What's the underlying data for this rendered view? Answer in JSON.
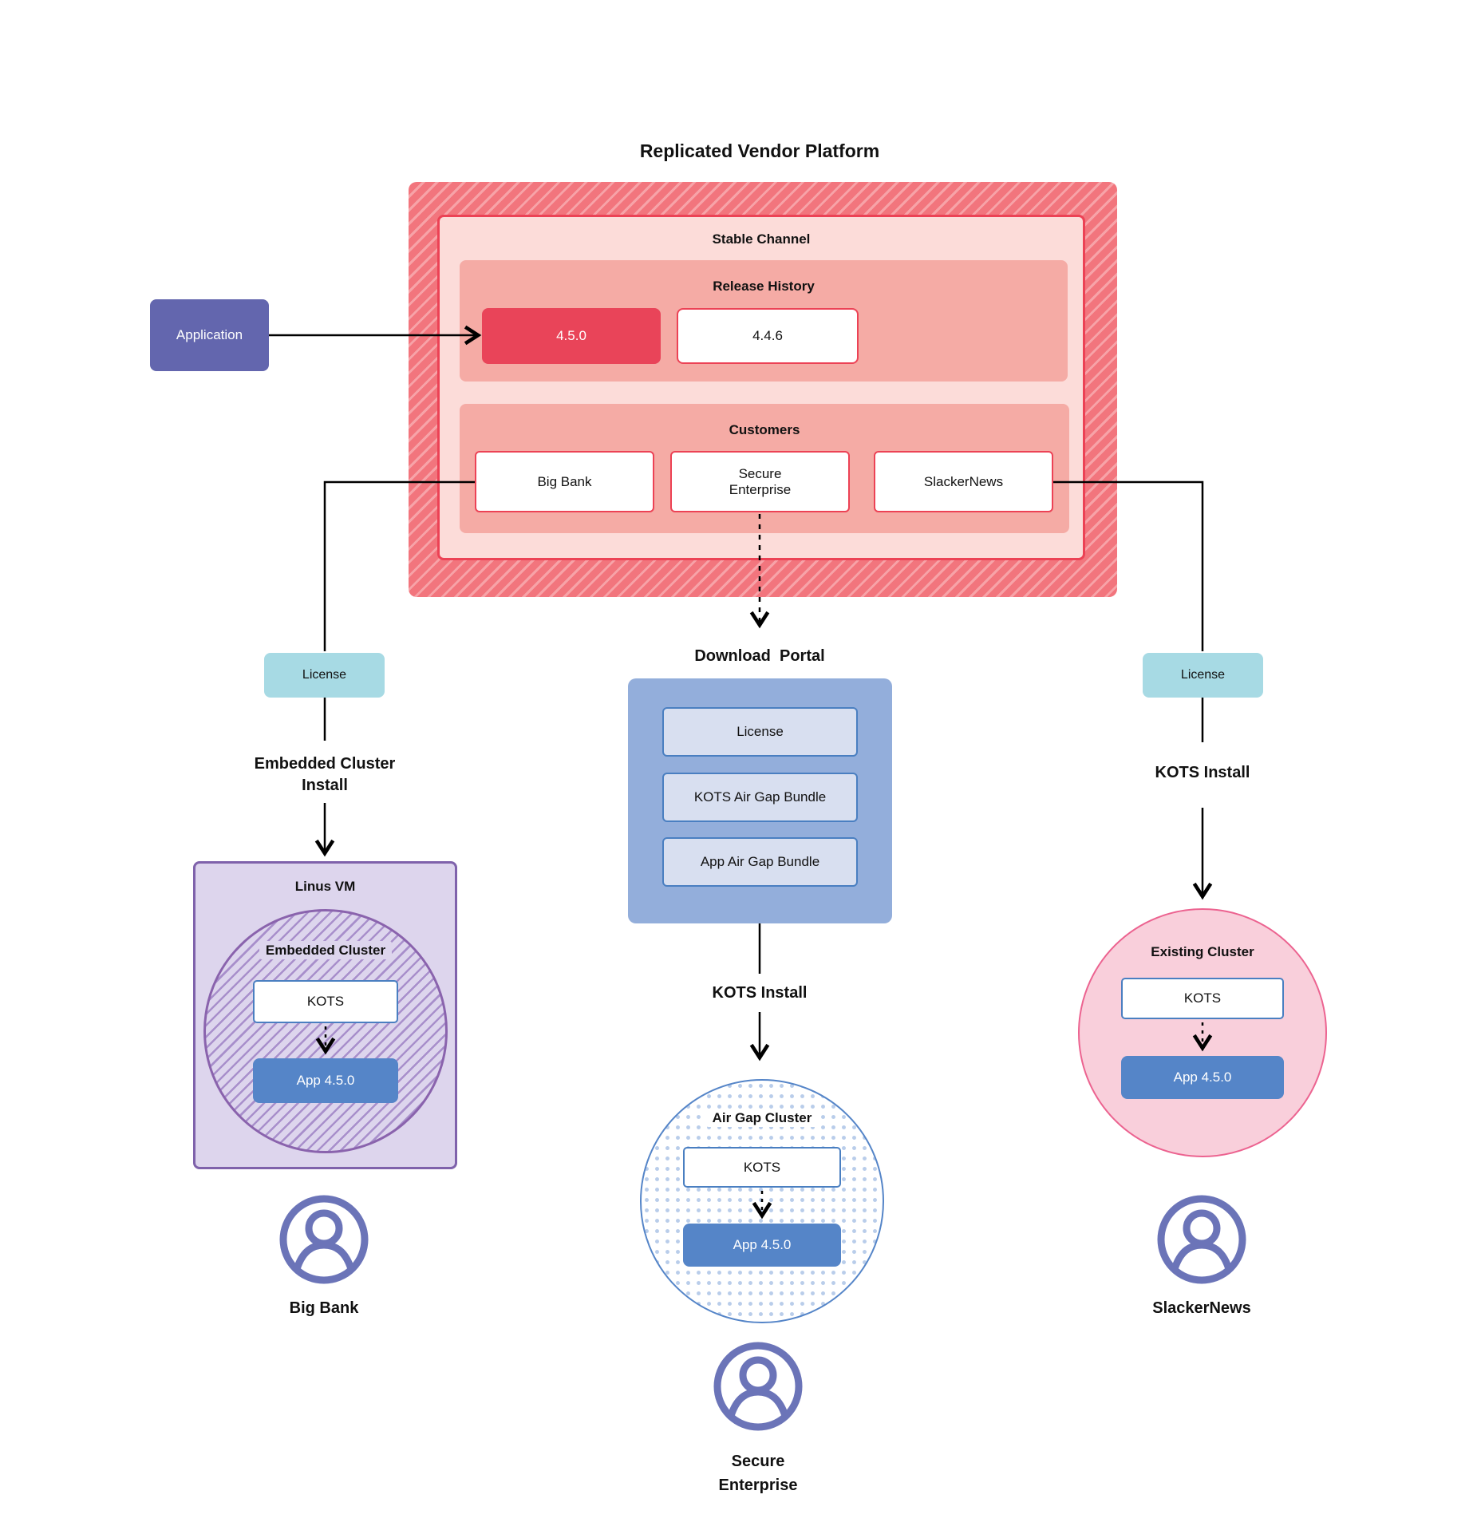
{
  "title": "Replicated Vendor Platform",
  "platform": {
    "stable_channel": "Stable Channel",
    "release_history": {
      "title": "Release History",
      "current_version": "4.5.0",
      "previous_version": "4.4.6"
    },
    "customers": {
      "title": "Customers",
      "big_bank": "Big Bank",
      "secure_enterprise": "Secure Enterprise",
      "slackernews": "SlackerNews"
    }
  },
  "application": "Application",
  "left_flow": {
    "license": "License",
    "install": "Embedded Cluster Install",
    "vm_title": "Linus VM",
    "cluster_title": "Embedded Cluster",
    "kots": "KOTS",
    "app": "App 4.5.0",
    "user": "Big Bank"
  },
  "center_flow": {
    "portal_title": "Download  Portal",
    "items": [
      "License",
      "KOTS Air Gap Bundle",
      "App Air Gap Bundle"
    ],
    "install": "KOTS Install",
    "cluster_title": "Air Gap Cluster",
    "kots": "KOTS",
    "app": "App 4.5.0",
    "user": "Secure Enterprise"
  },
  "right_flow": {
    "license": "License",
    "install": "KOTS Install",
    "cluster_title": "Existing Cluster",
    "kots": "KOTS",
    "app": "App 4.5.0",
    "user": "SlackerNews"
  },
  "colors": {
    "channel_red": "#e94459",
    "channel_hatch_base": "#f2757d",
    "channel_fill": "#fcdcd9",
    "section_fill": "#f5aba5",
    "application_purple": "#6366ae",
    "license_teal": "#a7dae4",
    "portal_blue": "#93aedb",
    "portal_item_fill": "#d8dff0",
    "app_blue": "#5585c8",
    "vm_purple_fill": "#ddd5ed",
    "vm_purple_border": "#7f62ab",
    "existing_pink_fill": "#f9cfdb",
    "existing_pink_border": "#ec6390",
    "user_indigo": "#6b74b8",
    "line_black": "#000000"
  }
}
